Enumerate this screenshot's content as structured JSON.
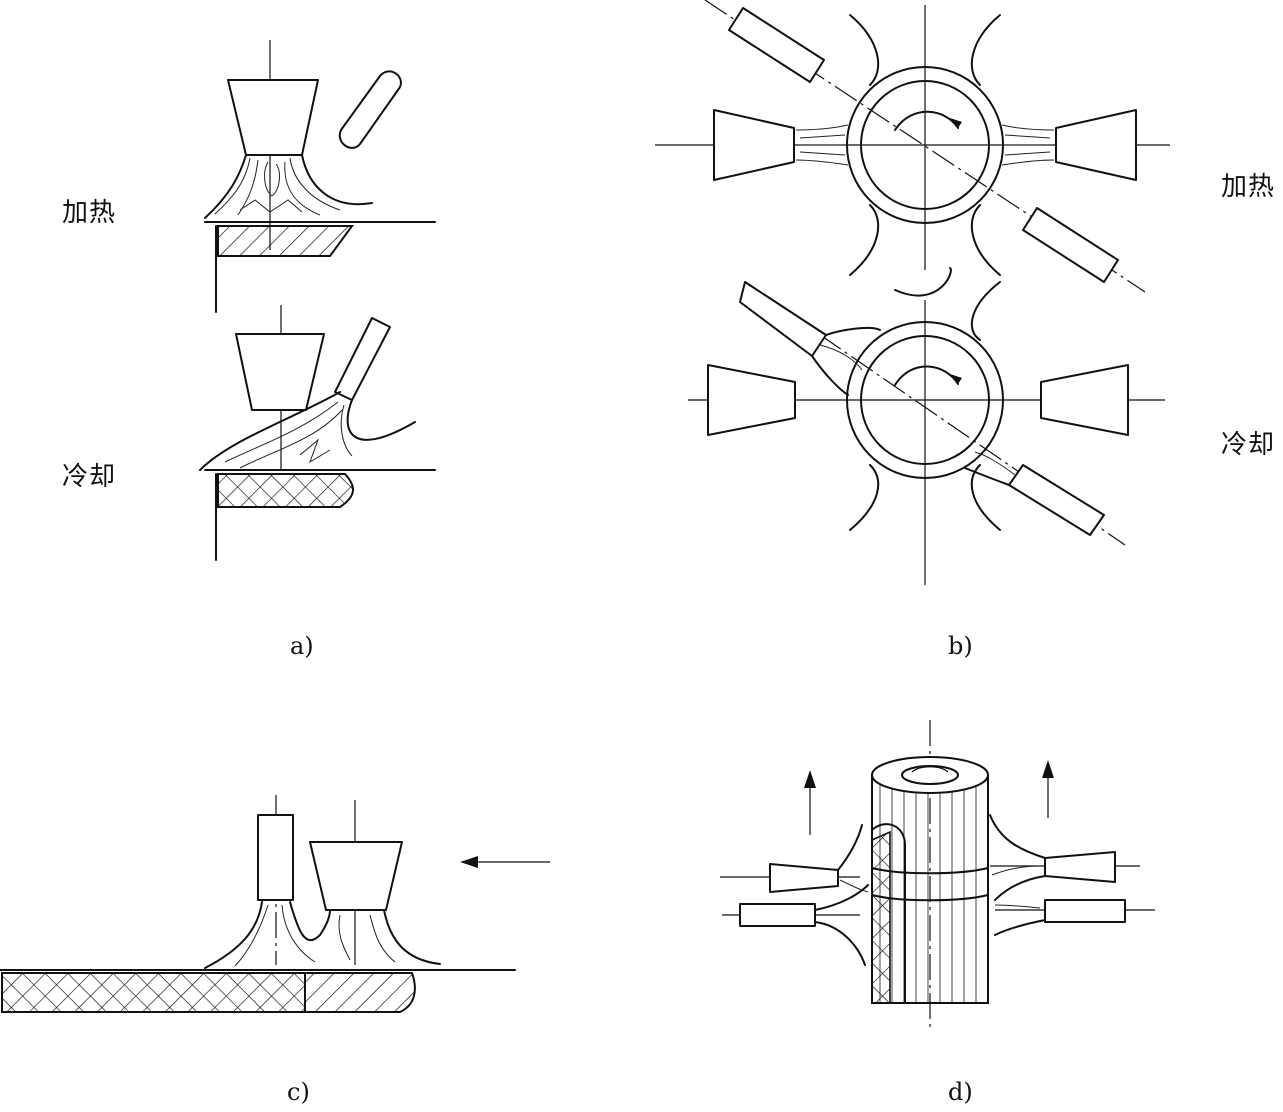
{
  "panel_a": {
    "label_heating": "加热",
    "label_cooling": "冷却",
    "caption": "a)"
  },
  "panel_b": {
    "label_heating": "加热",
    "label_cooling": "冷却",
    "caption": "b)"
  },
  "panel_c": {
    "caption": "c)"
  },
  "panel_d": {
    "caption": "d)"
  }
}
